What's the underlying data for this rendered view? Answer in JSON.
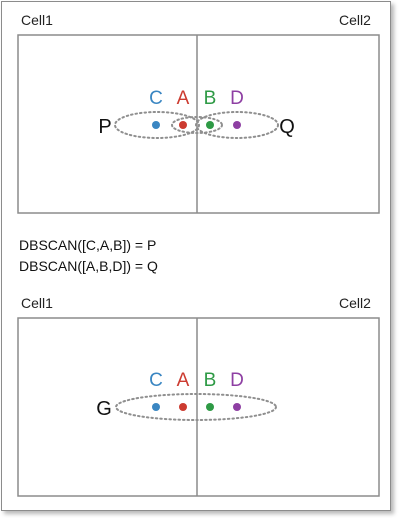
{
  "colors": {
    "C": "#3a86c2",
    "A": "#cc3b30",
    "B": "#2e9a45",
    "D": "#8e3fa3",
    "frame": "#8c8c8c",
    "cluster_outline": "#8f8f8f",
    "text": "#111111"
  },
  "top_panel": {
    "left_cell_label": "Cell1",
    "right_cell_label": "Cell2",
    "points": [
      {
        "id": "C",
        "label": "C"
      },
      {
        "id": "A",
        "label": "A"
      },
      {
        "id": "B",
        "label": "B"
      },
      {
        "id": "D",
        "label": "D"
      }
    ],
    "cluster_left_label": "P",
    "cluster_right_label": "Q"
  },
  "captions": [
    "DBSCAN([C,A,B]) = P",
    "DBSCAN([A,B,D]) = Q"
  ],
  "bottom_panel": {
    "left_cell_label": "Cell1",
    "right_cell_label": "Cell2",
    "points": [
      {
        "id": "C",
        "label": "C"
      },
      {
        "id": "A",
        "label": "A"
      },
      {
        "id": "B",
        "label": "B"
      },
      {
        "id": "D",
        "label": "D"
      }
    ],
    "cluster_label": "G"
  }
}
